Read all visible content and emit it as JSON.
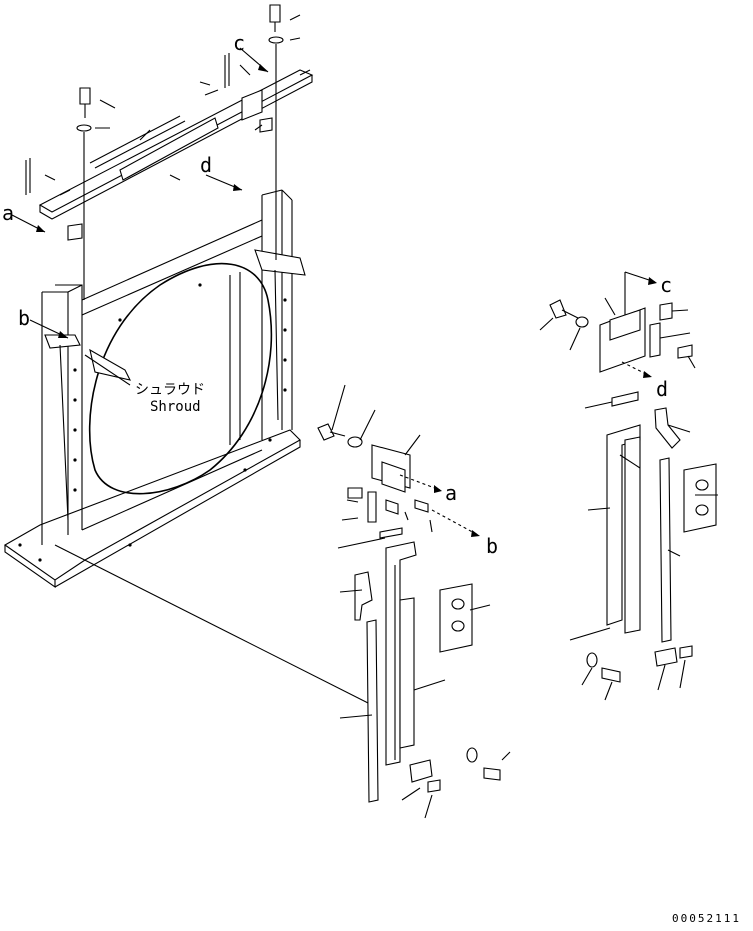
{
  "diagram": {
    "callouts": {
      "a_main": "a",
      "b_main": "b",
      "c_main": "c",
      "d_main": "d",
      "a_center": "a",
      "b_center": "b",
      "c_right": "c",
      "d_right": "d"
    },
    "shroud_label_jp": "シュラウド",
    "shroud_label_en": "Shroud",
    "drawing_number": "00052111"
  }
}
